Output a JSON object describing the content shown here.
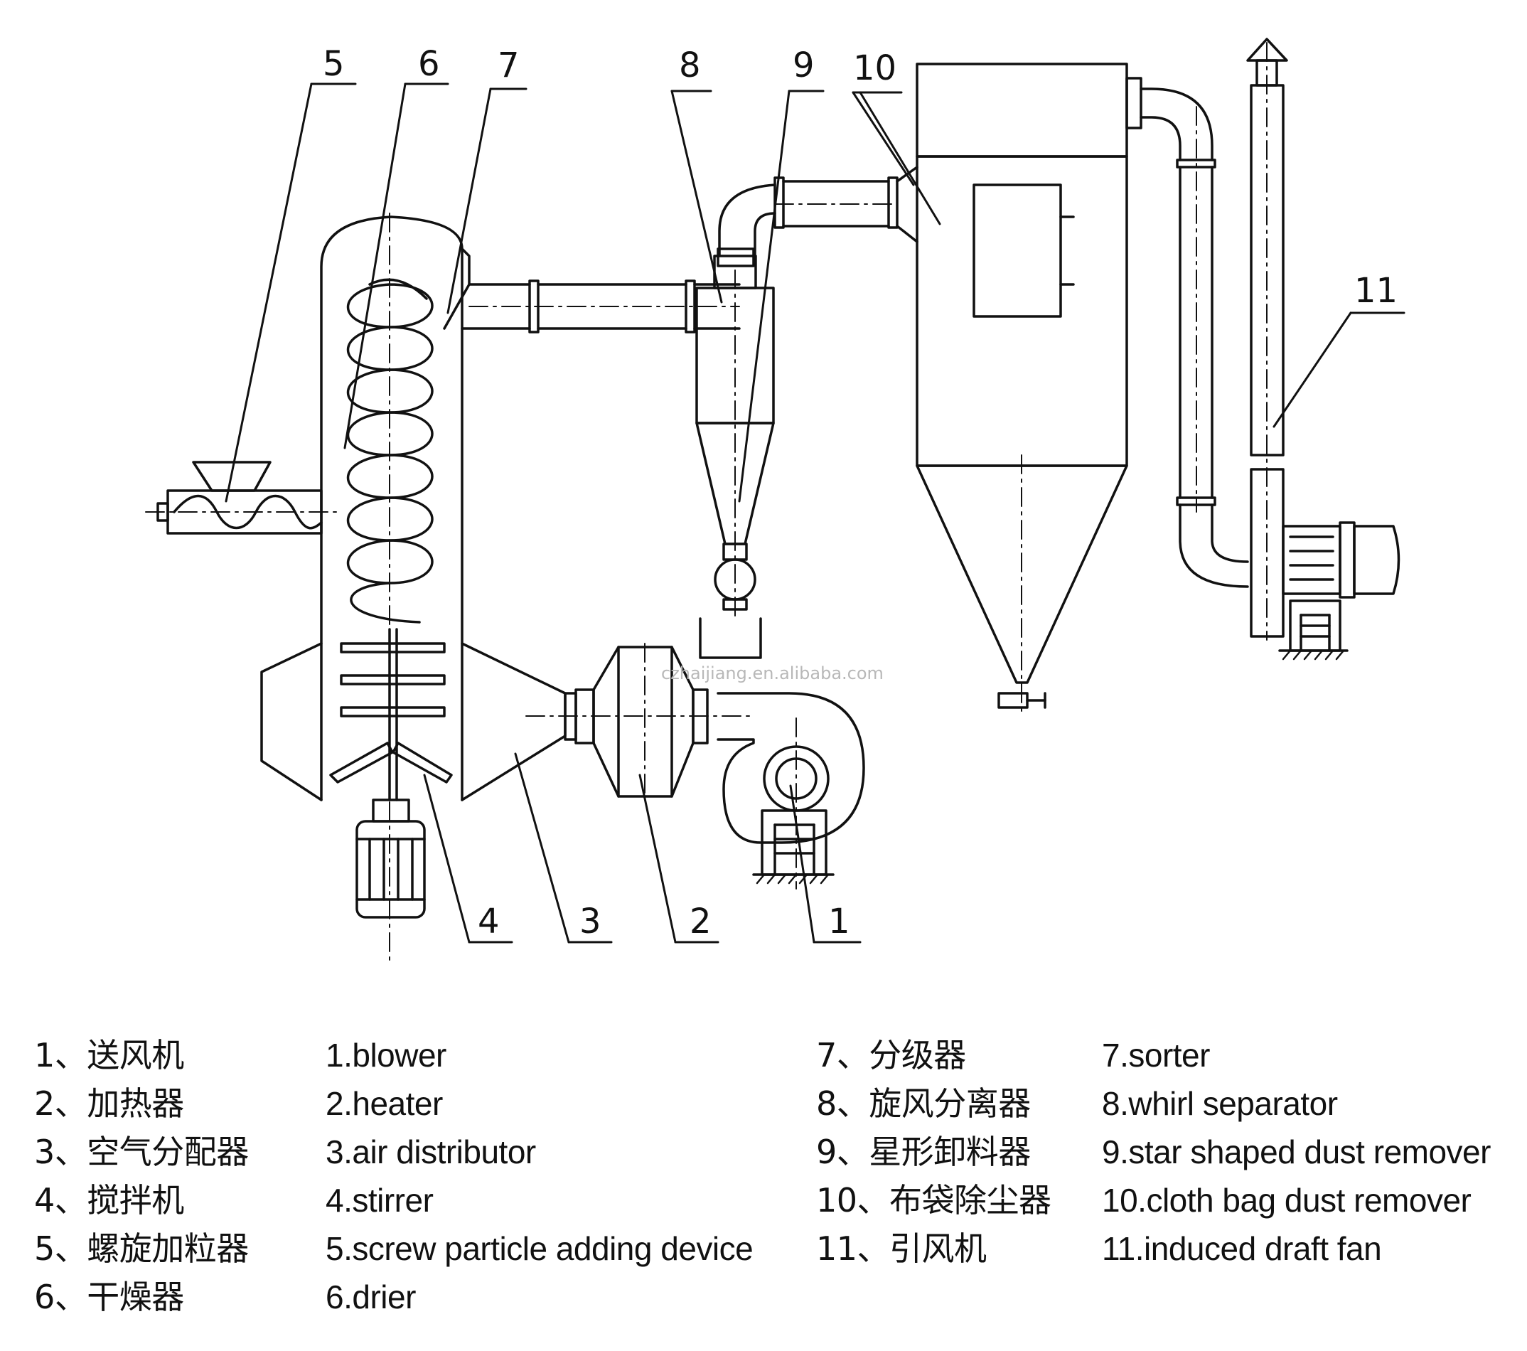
{
  "diagram": {
    "callouts": [
      "1",
      "2",
      "3",
      "4",
      "5",
      "6",
      "7",
      "8",
      "9",
      "10",
      "11"
    ],
    "watermark": "czhaijiang.en.alibaba.com"
  },
  "legend": {
    "left_zh": [
      "1、送风机",
      "2、加热器",
      "3、空气分配器",
      "4、搅拌机",
      "5、螺旋加粒器",
      "6、干燥器"
    ],
    "left_en": [
      "1.blower",
      "2.heater",
      "3.air distributor",
      "4.stirrer",
      "5.screw particle adding device",
      "6.drier"
    ],
    "right_zh": [
      "7、分级器",
      "8、旋风分离器",
      "9、星形卸料器",
      "10、布袋除尘器",
      "11、引风机"
    ],
    "right_en": [
      "7.sorter",
      "8.whirl separator",
      "9.star shaped dust remover",
      "10.cloth bag dust remover",
      "11.induced draft fan"
    ]
  }
}
